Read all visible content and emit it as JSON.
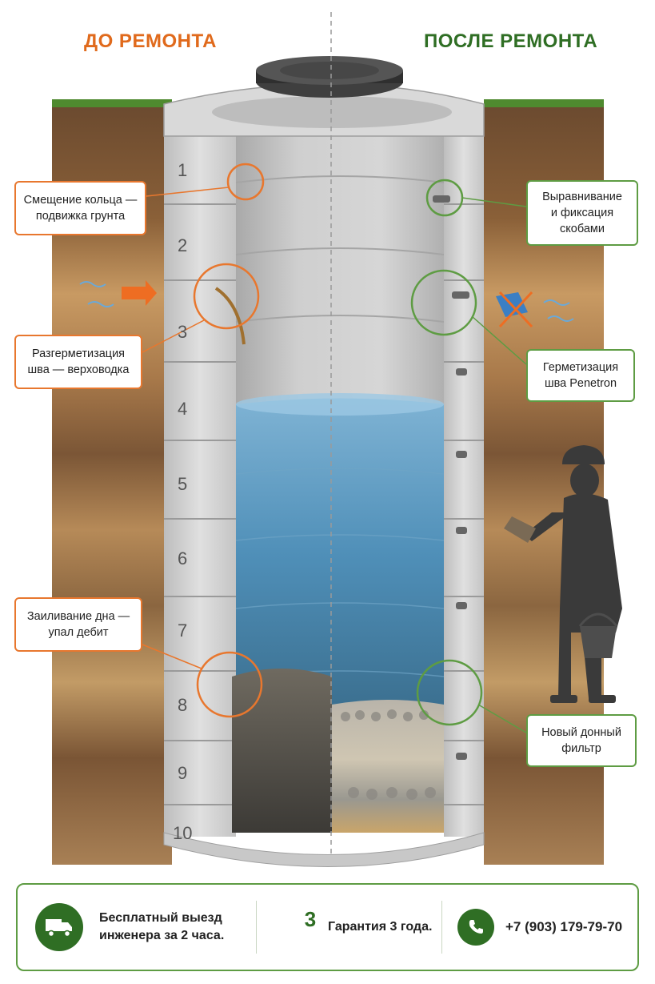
{
  "headings": {
    "before": "ДО РЕМОНТА",
    "after": "ПОСЛЕ РЕМОНТА"
  },
  "ring_numbers": [
    "1",
    "2",
    "3",
    "4",
    "5",
    "6",
    "7",
    "8",
    "9",
    "10"
  ],
  "callouts_before": [
    {
      "id": "ring-shift",
      "lines": [
        "Смещение кольца —",
        "подвижка грунта"
      ]
    },
    {
      "id": "seam-leak",
      "lines": [
        "Разгерметизация",
        "шва — верховодка"
      ]
    },
    {
      "id": "silting",
      "lines": [
        "Заиливание дна —",
        "упал дебит"
      ]
    }
  ],
  "callouts_after": [
    {
      "id": "alignment",
      "lines": [
        "Выравнивание",
        "и фиксация",
        "скобами"
      ]
    },
    {
      "id": "sealing",
      "lines": [
        "Герметизация",
        "шва Penetron"
      ]
    },
    {
      "id": "filter",
      "lines": [
        "Новый донный",
        "фильтр"
      ]
    }
  ],
  "footer": {
    "visit": [
      "Бесплатный выезд",
      "инженера за 2 часа."
    ],
    "warranty_number": "3",
    "warranty": "Гарантия 3 года.",
    "phone": "+7 (903) 179-79-70"
  },
  "colors": {
    "before_accent": "#e06a1c",
    "after_accent": "#2f6e24",
    "water": "#4f8fb8",
    "concrete": "#cfcfcf"
  },
  "icons": [
    "truck-icon",
    "shield-icon",
    "phone-icon",
    "worker-icon",
    "manhole-cover-icon"
  ]
}
